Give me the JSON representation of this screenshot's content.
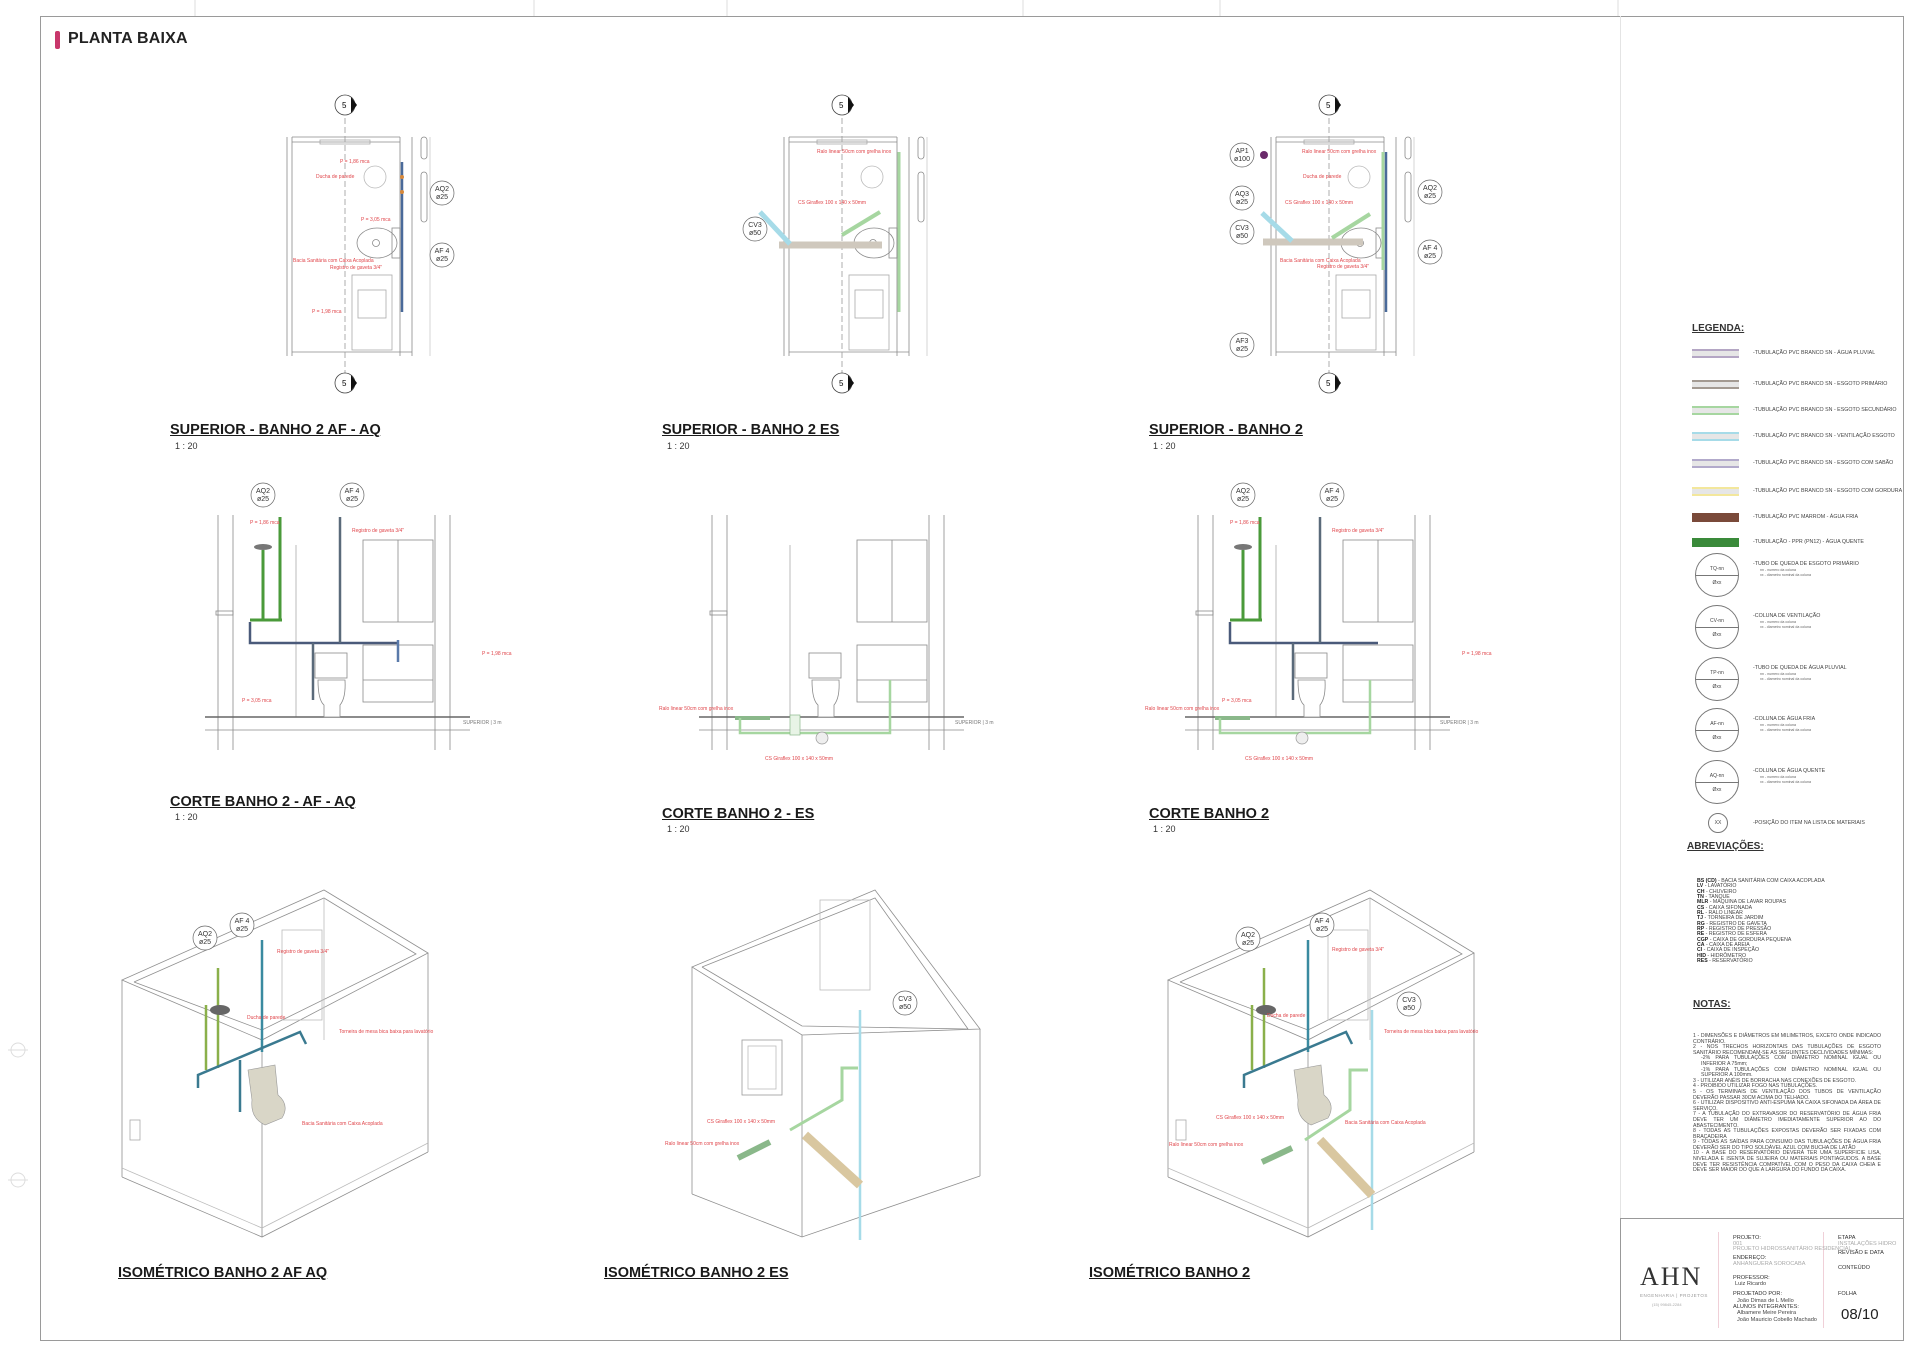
{
  "sheet": {
    "title": "PLANTA BAIXA",
    "accent": "#c8376b"
  },
  "views": [
    {
      "title": "SUPERIOR - BANHO 2 AF - AQ",
      "scale": "1 : 20"
    },
    {
      "title": "SUPERIOR - BANHO 2 ES",
      "scale": "1 : 20"
    },
    {
      "title": "SUPERIOR - BANHO 2",
      "scale": "1 : 20"
    },
    {
      "title": "CORTE BANHO 2 - AF - AQ",
      "scale": "1 : 20"
    },
    {
      "title": "CORTE BANHO 2 - ES",
      "scale": "1 : 20"
    },
    {
      "title": "CORTE BANHO 2",
      "scale": "1 : 20"
    },
    {
      "title": "ISOMÉTRICO BANHO 2 AF AQ"
    },
    {
      "title": "ISOMÉTRICO BANHO 2 ES"
    },
    {
      "title": "ISOMÉTRICO BANHO 2"
    }
  ],
  "drawings": {
    "section_mark": "5",
    "plan_af_aq": {
      "tags": [
        {
          "id": "AQ2",
          "dia": "ø25"
        },
        {
          "id": "AF 4",
          "dia": "ø25"
        }
      ],
      "notes": [
        "P = 1,86 mca",
        "Ducha de parede",
        "P = 3,05 mca",
        "Bacia Sanitária com Caixa Acoplada",
        "Registro de gaveta 3/4\"",
        "P = 1,98 mca"
      ]
    },
    "plan_es": {
      "tags": [
        {
          "id": "CV3",
          "dia": "ø50"
        }
      ],
      "notes": [
        "Ralo linear 50cm com grelha inox",
        "CS Giraflex 100 x 140 x 50mm"
      ]
    },
    "plan_full": {
      "tags": [
        {
          "id": "AP1",
          "dia": "ø100"
        },
        {
          "id": "AQ3",
          "dia": "ø25"
        },
        {
          "id": "CV3",
          "dia": "ø50"
        },
        {
          "id": "AF3",
          "dia": "ø25"
        },
        {
          "id": "AQ2",
          "dia": "ø25"
        },
        {
          "id": "AF 4",
          "dia": "ø25"
        }
      ],
      "notes": [
        "Ralo linear 50cm com grelha inox",
        "Ducha de parede",
        "CS Giraflex 100 x 140 x 50mm",
        "Bacia Sanitária com Caixa Acoplada",
        "Registro de gaveta 3/4\""
      ]
    },
    "sec_af_aq": {
      "tags": [
        {
          "id": "AQ2",
          "dia": "ø25"
        },
        {
          "id": "AF 4",
          "dia": "ø25"
        }
      ],
      "notes": [
        "P = 1,86 mca",
        "Registro de gaveta 3/4\"",
        "P = 1,98 mca",
        "P = 3,05 mca"
      ],
      "level": "SUPERIOR | 3 m"
    },
    "sec_es": {
      "notes": [
        "Ralo linear 50cm com grelha inox",
        "CS Giraflex 100 x 140 x 50mm"
      ],
      "level": "SUPERIOR | 3 m"
    },
    "sec_full": {
      "tags": [
        {
          "id": "AQ2",
          "dia": "ø25"
        },
        {
          "id": "AF 4",
          "dia": "ø25"
        }
      ],
      "notes": [
        "P = 1,86 mca",
        "Registro de gaveta 3/4\"",
        "P = 1,98 mca",
        "P = 3,05 mca",
        "Ralo linear 50cm com grelha inox",
        "CS Giraflex 100 x 140 x 50mm"
      ],
      "level": "SUPERIOR | 3 m"
    },
    "iso_af_aq": {
      "tags": [
        {
          "id": "AQ2",
          "dia": "ø25"
        },
        {
          "id": "AF 4",
          "dia": "ø25"
        }
      ],
      "notes": [
        "Registro de gaveta 3/4\"",
        "Ducha de parede",
        "Torneira de mesa bica baixa para lavatório",
        "Bacia Sanitária com Caixa Acoplada"
      ]
    },
    "iso_es": {
      "tags": [
        {
          "id": "CV3",
          "dia": "ø50"
        }
      ],
      "notes": [
        "CS Giraflex 100 x 140 x 50mm",
        "Ralo linear 50cm com grelha inox"
      ]
    },
    "iso_full": {
      "tags": [
        {
          "id": "AQ2",
          "dia": "ø25"
        },
        {
          "id": "AF 4",
          "dia": "ø25"
        },
        {
          "id": "CV3",
          "dia": "ø50"
        }
      ],
      "notes": [
        "Registro de gaveta 3/4\"",
        "Ducha de parede",
        "Torneira de mesa bica baixa para lavatório",
        "CS Giraflex 100 x 140 x 50mm",
        "Bacia Sanitária com Caixa Acoplada",
        "Ralo linear 50cm com grelha inox"
      ]
    }
  },
  "legend": {
    "title": "LEGENDA:",
    "lines": [
      {
        "label": "-TUBULAÇÃO PVC BRANCO SN - ÁGUA PLUVIAL",
        "color": "#b4a6c4",
        "fill": "#e6e6e6"
      },
      {
        "label": "-TUBULAÇÃO PVC BRANCO SN - ESGOTO PRIMÁRIO",
        "color": "#a39a92",
        "fill": "#e6e6e6"
      },
      {
        "label": "-TUBULAÇÃO PVC BRANCO SN - ESGOTO SECUNDÁRIO",
        "color": "#a6d6a0",
        "fill": "#e6e6e6"
      },
      {
        "label": "-TUBULAÇÃO PVC BRANCO SN - VENTILAÇÃO ESGOTO",
        "color": "#a6dbe8",
        "fill": "#e6e6e6"
      },
      {
        "label": "-TUBULAÇÃO PVC BRANCO SN - ESGOTO COM SABÃO",
        "color": "#b2aacb",
        "fill": "#e6e6e6"
      },
      {
        "label": "-TUBULAÇÃO PVC BRANCO SN - ESGOTO COM GORDURA",
        "color": "#f3e79c",
        "fill": "#e6e6e6"
      },
      {
        "label": "-TUBULAÇÃO PVC MARROM - ÁGUA FRIA",
        "color": "#7a4a3a",
        "fill": "#7a4a3a"
      },
      {
        "label": "-TUBULAÇÃO - PPR (PN12) - ÁGUA QUENTE",
        "color": "#3a8a3a",
        "fill": "#3a8a3a"
      }
    ],
    "symbols": [
      {
        "top": "TQ-nn",
        "bottom": "Øxx",
        "label": "-TUBO DE QUEDA DE ESGOTO PRIMÁRIO"
      },
      {
        "top": "CV-nn",
        "bottom": "Øxx",
        "label": "-COLUNA DE VENTILAÇÃO"
      },
      {
        "top": "TP-nn",
        "bottom": "Øxx",
        "label": "-TUBO DE QUEDA DE ÁGUA PLUVIAL"
      },
      {
        "top": "AF-nn",
        "bottom": "Øxx",
        "label": "-COLUNA DE ÁGUA FRIA"
      },
      {
        "top": "AQ-nn",
        "bottom": "Øxx",
        "label": "-COLUNA DE ÁGUA QUENTE"
      }
    ],
    "symbol_sub": [
      "nn - numero da coluna",
      "xx - diametro nominal da coluna"
    ],
    "item": {
      "symbol": "XX",
      "label": "-POSIÇÃO DO ITEM NA LISTA DE MATERIAIS"
    }
  },
  "abbreviations": {
    "title": "ABREVIAÇÕES:",
    "items": [
      {
        "code": "BS (CD)",
        "desc": "- BACIA SANITÁRIA COM CAIXA ACOPLADA"
      },
      {
        "code": "LV",
        "desc": "- LAVATÓRIO"
      },
      {
        "code": "CH",
        "desc": "- CHUVEIRO"
      },
      {
        "code": "TN",
        "desc": "- TANQUE"
      },
      {
        "code": "MLR",
        "desc": "- MÁQUINA DE LAVAR ROUPAS"
      },
      {
        "code": "CS",
        "desc": "- CAIXA SIFONADA"
      },
      {
        "code": "RL",
        "desc": "- RALO LINEAR"
      },
      {
        "code": "TJ",
        "desc": "- TORNEIRA DE JARDIM"
      },
      {
        "code": "RG",
        "desc": "- REGISTRO DE GAVETA"
      },
      {
        "code": "RP",
        "desc": "- REGISTRO DE PRESSÃO"
      },
      {
        "code": "RE",
        "desc": "- REGISTRO DE ESFERA"
      },
      {
        "code": "CGP",
        "desc": "- CAIXA DE GORDURA PEQUENA"
      },
      {
        "code": "CA",
        "desc": "- CAIXA DE AREIA"
      },
      {
        "code": "CI",
        "desc": "- CAIXA DE INSPEÇÃO"
      },
      {
        "code": "HID",
        "desc": "- HIDRÔMETRO"
      },
      {
        "code": "RES",
        "desc": "- RESERVATÓRIO"
      }
    ]
  },
  "notes": {
    "title": "NOTAS:",
    "items": [
      {
        "text": "1 - DIMENSÕES E DIÂMETROS EM MILIMETROS, EXCETO ONDE INDICADO CONTRÁRIO."
      },
      {
        "text": "2 - NOS TRECHOS HORIZONTAIS DAS TUBULAÇÕES DE ESGOTO SANITÁRIO RECOMENDAM-SE AS SEGUINTES DECLIVIDADES MÍNIMAS:"
      },
      {
        "text": "-2% PARA TUBULAÇÕES COM DIÂMETRO NOMINAL IGUAL OU INFERIOR A 75mm;",
        "indent": true
      },
      {
        "text": "-1% PARA TUBULAÇÕES COM DIÂMETRO NOMINAL IGUAL OU SUPERIOR A 100mm.",
        "indent": true
      },
      {
        "text": "3 - UTILIZAR ANÉIS DE BORRACHA NAS CONEXÕES DE ESGOTO."
      },
      {
        "text": "4 - PROIBIDO UTILIZAR FOGO NAS TUBULAÇÕES."
      },
      {
        "text": "5 - OS TERMINAIS DE VENTILAÇÃO DOS TUBOS DE VENTILAÇÃO DEVERÃO PASSAR 30CM ACIMA DO TELHADO."
      },
      {
        "text": "6 - UTILIZAR DISPOSITIVO ANTI-ESPUMA NA CAIXA SIFONADA DA ÁREA DE SERVIÇO."
      },
      {
        "text": "7 - A TUBULAÇÃO DO EXTRAVASOR DO RESERVATÓRIO DE ÁGUA FRIA DEVE TER UM DIÂMETRO IMEDIATAMENTE SUPERIOR AO DO ABASTECIMENTO."
      },
      {
        "text": "8 - TODAS AS TUBULAÇÕES EXPOSTAS DEVERÃO SER FIXADAS COM BRAÇADEIRA"
      },
      {
        "text": "9 - TODAS AS SAÍDAS PARA CONSUMO DAS TUBULAÇÕES DE ÁGUA FRIA DEVERÃO SER DO TIPO SOLDÁVEL AZUL COM BUCHA DE LATÃO"
      },
      {
        "text": "10 - A BASE DO RESERVATÓRIO DEVERÁ TER UMA SUPERFICIE LISA, NIVELADA E ISENTA DE SUJEIRA OU MATERIAIS PONTIAGUDOS. A BASE DEVE TER RESISTÊNCIA COMPATÍVEL COM O PESO DA CAIXA CHEIA E DEVE SER MAIOR DO QUE A LARGURA DO FUNDO DA CAIXA."
      }
    ]
  },
  "title_block": {
    "logo": "AHN",
    "logo_sub": "ENGENHARIA | PROJETOS",
    "logo_phone": "(15) 99845-2284",
    "projeto_label": "PROJETO:",
    "projeto_num": "001",
    "projeto_name": "PROJETO HIDROSSANITÁRIO RESIDENCIAL",
    "endereco_label": "ENDEREÇO:",
    "endereco": "ANHANGUERA SOROCABA",
    "professor_label": "PROFESSOR:",
    "professor": "Luiz Ricardo",
    "projetado_label": "PROJETADO POR:",
    "projetado": "João Dimas de L Mello",
    "alunos_label": "ALUNOS INTEGRANTES:",
    "alunos": [
      "Albamere Meire Pereira",
      "João Mauricio Cobello Machado"
    ],
    "etapa_label": "ETAPA",
    "etapa": "INSTALAÇÕES HIDRO",
    "revisao_label": "REVISÃO E DATA",
    "conteudo_label": "CONTEÚDO",
    "folha_label": "FOLHA",
    "folha": "08/10"
  }
}
